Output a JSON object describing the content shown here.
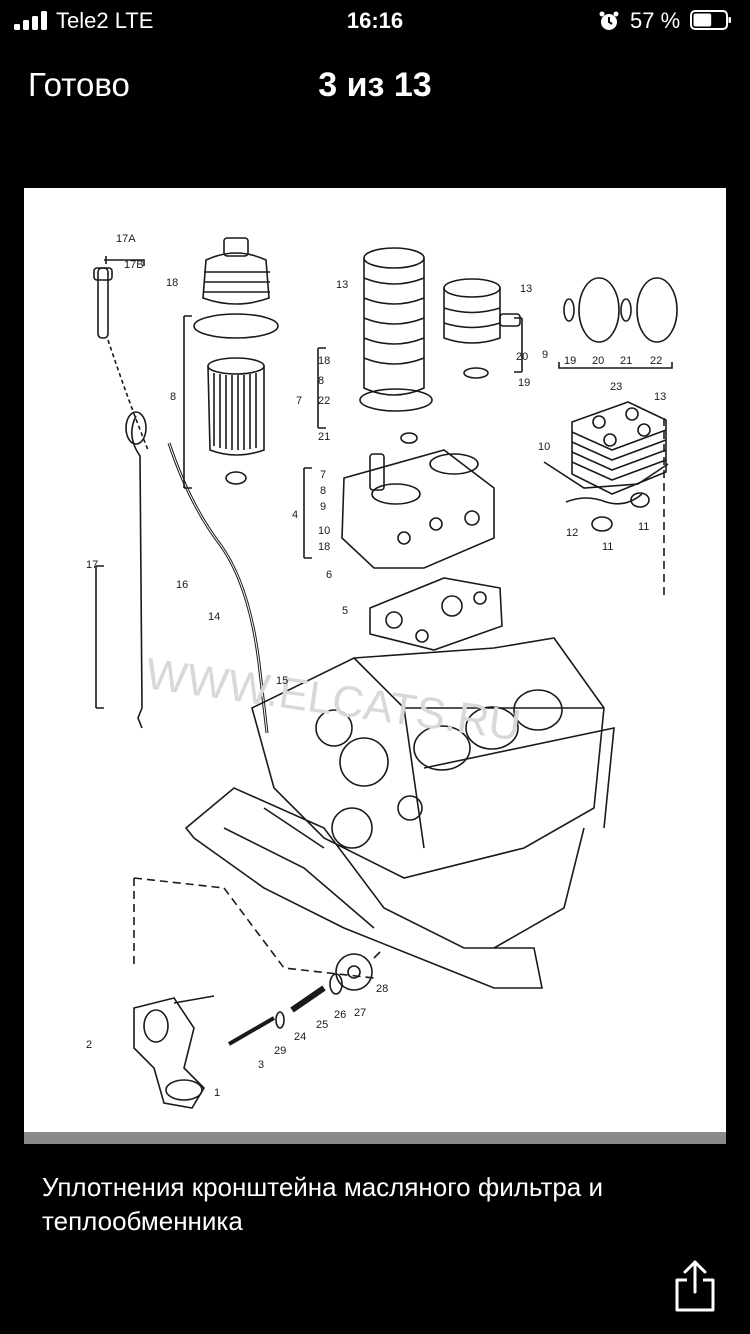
{
  "status_bar": {
    "carrier": "Tele2  LTE",
    "time": "16:16",
    "battery_percent": "57 %",
    "signal_bars": 4,
    "battery_level": 0.57
  },
  "nav": {
    "done_label": "Готово",
    "title": "3 из 13"
  },
  "diagram": {
    "part_labels": [
      "17A",
      "17B",
      "18",
      "8",
      "17",
      "16",
      "14",
      "15",
      "13",
      "18",
      "8",
      "7",
      "22",
      "21",
      "7",
      "8",
      "9",
      "4",
      "10",
      "18",
      "6",
      "5",
      "13",
      "20",
      "9",
      "19",
      "19",
      "20",
      "21",
      "22",
      "23",
      "13",
      "10",
      "12",
      "11",
      "11",
      "2",
      "3",
      "29",
      "24",
      "25",
      "26",
      "27",
      "28",
      "1"
    ],
    "watermark": "WWW.ELCATS.RU"
  },
  "caption": {
    "text": "Уплотнения кронштейна масляного фильтра и теплообменника"
  },
  "icons": {
    "share": "share-icon",
    "alarm": "alarm-icon",
    "battery": "battery-icon",
    "signal": "signal-icon"
  },
  "colors": {
    "background": "#000000",
    "text": "#ffffff",
    "photo_background": "#ffffff",
    "line_art": "#1a1a1a"
  }
}
